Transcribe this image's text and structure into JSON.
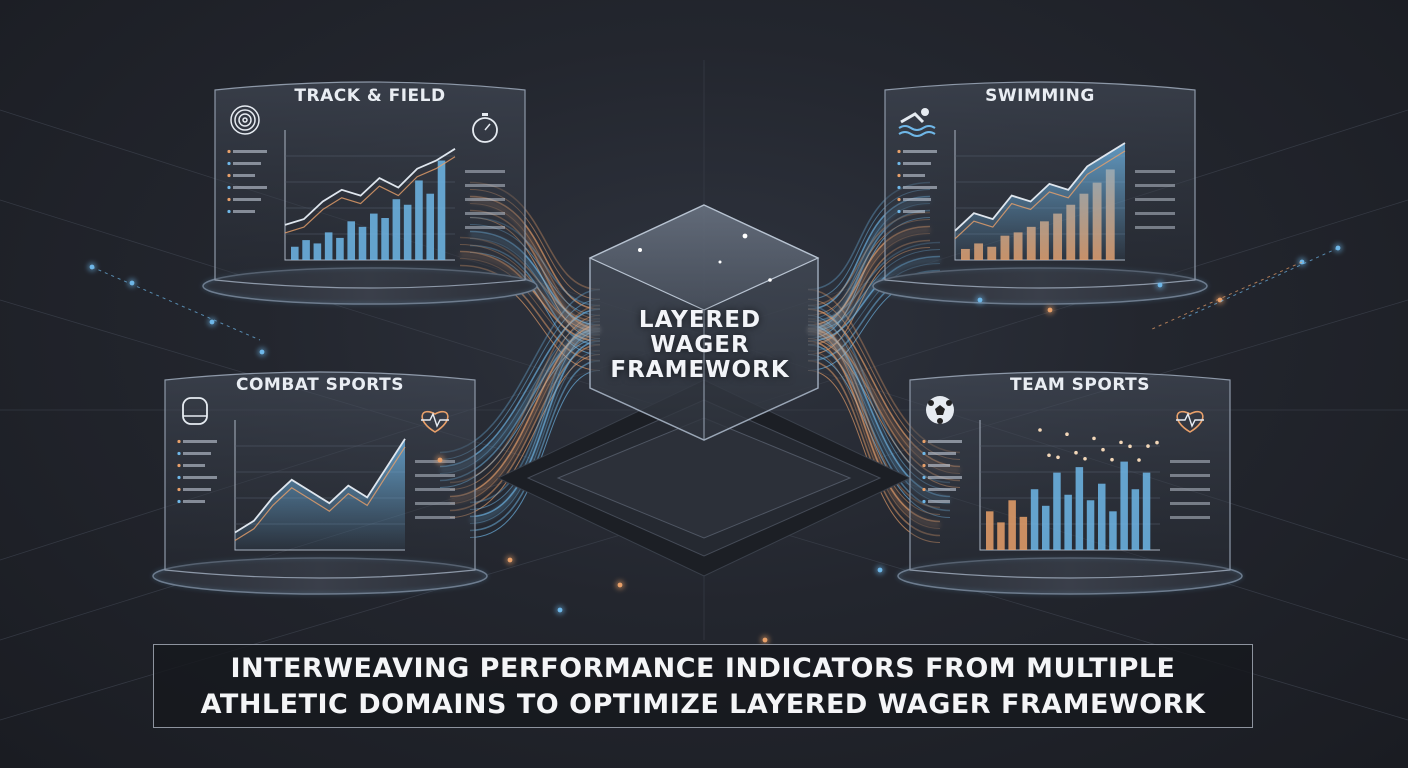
{
  "core": {
    "line1": "LAYERED",
    "line2": "WAGER",
    "line3": "FRAMEWORK"
  },
  "panels": [
    {
      "id": "track",
      "title": "TRACK & FIELD",
      "icon": "target-icon",
      "side_icon": "stopwatch-icon",
      "accent": "#6fb7e8",
      "bars": [
        0.12,
        0.18,
        0.15,
        0.25,
        0.2,
        0.35,
        0.3,
        0.42,
        0.38,
        0.55,
        0.5,
        0.72,
        0.6,
        0.9
      ],
      "line": [
        0.3,
        0.35,
        0.5,
        0.6,
        0.55,
        0.7,
        0.62,
        0.78,
        0.85,
        0.95
      ]
    },
    {
      "id": "swim",
      "title": "SWIMMING",
      "icon": "swimmer-icon",
      "side_icon": "",
      "accent": "#e8a06a",
      "bars": [
        0.1,
        0.15,
        0.12,
        0.22,
        0.25,
        0.3,
        0.35,
        0.42,
        0.5,
        0.6,
        0.7,
        0.82
      ],
      "line": [
        0.25,
        0.4,
        0.35,
        0.55,
        0.5,
        0.65,
        0.6,
        0.8,
        0.9,
        1.0
      ]
    },
    {
      "id": "combat",
      "title": "COMBAT SPORTS",
      "icon": "glove-icon",
      "side_icon": "heartbeat-icon",
      "accent": "#6fb7e8",
      "bars": [],
      "line": [
        0.15,
        0.25,
        0.45,
        0.6,
        0.5,
        0.4,
        0.55,
        0.45,
        0.7,
        0.95
      ]
    },
    {
      "id": "team",
      "title": "TEAM SPORTS",
      "icon": "soccer-ball-icon",
      "side_icon": "heartbeat-icon",
      "accent": "#6fb7e8",
      "bars": [
        0.35,
        0.25,
        0.45,
        0.3,
        0.55,
        0.4,
        0.7,
        0.5,
        0.75,
        0.45,
        0.6,
        0.35,
        0.8,
        0.55,
        0.7
      ],
      "line": []
    }
  ],
  "caption": {
    "line1": "INTERWEAVING PERFORMANCE INDICATORS FROM MULTIPLE",
    "line2": "ATHLETIC DOMAINS TO OPTIMIZE LAYERED WAGER FRAMEWORK"
  },
  "colors": {
    "blue": "#6fb7e8",
    "orange": "#e8a06a",
    "glass": "#9fb3c8"
  }
}
